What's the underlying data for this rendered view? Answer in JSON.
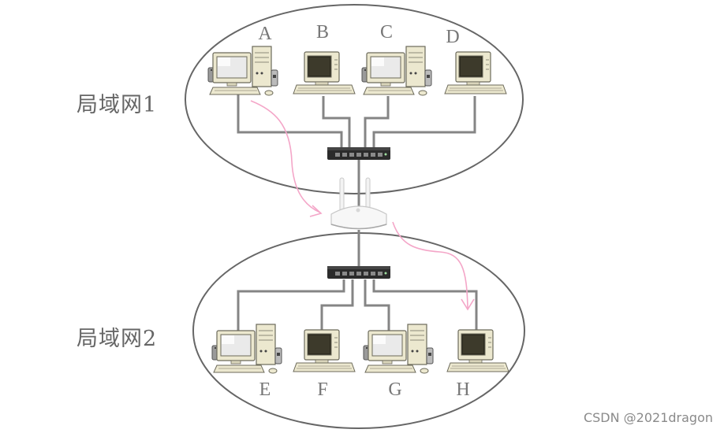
{
  "lan1": {
    "label": "局域网1",
    "computers": [
      "A",
      "B",
      "C",
      "D"
    ]
  },
  "lan2": {
    "label": "局域网2",
    "computers": [
      "E",
      "F",
      "G",
      "H"
    ]
  },
  "watermark": "CSDN @2021dragon",
  "colors": {
    "ellipse": "#666666",
    "cable": "#858585",
    "arrow": "#f4a6c8",
    "switch": "#2b2b2b",
    "router": "#f7f7f7",
    "pc_body": "#ece8cf"
  }
}
